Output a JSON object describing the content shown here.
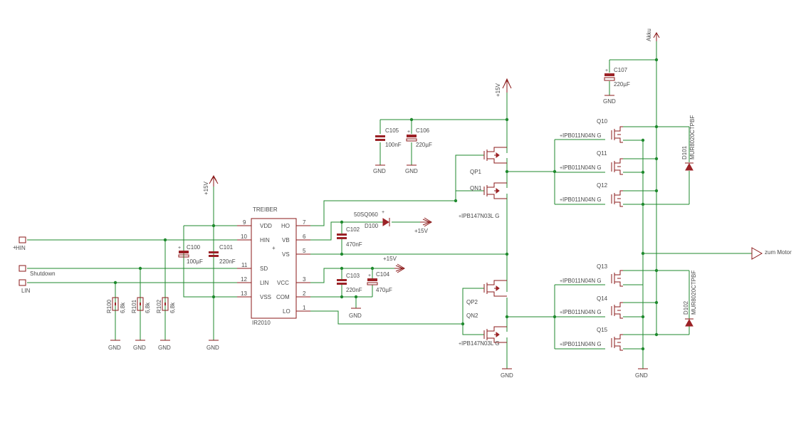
{
  "ports": {
    "hin": "HIN",
    "shutdown": "Shutdown",
    "lin": "LIN"
  },
  "supplies": {
    "v15_left": "+15V",
    "v15_top": "+15V",
    "v15_d100": "+15V",
    "v15_c104": "+15V",
    "akku": "Akku",
    "zum_motor": "zum Motor",
    "gnd": "GND"
  },
  "driver": {
    "title": "TREIBER",
    "part": "IR2010",
    "pins": [
      {
        "name": "VDD",
        "num": "9"
      },
      {
        "name": "HIN",
        "num": "10"
      },
      {
        "name": "SD",
        "num": "11"
      },
      {
        "name": "LIN",
        "num": "12"
      },
      {
        "name": "VSS",
        "num": "13"
      },
      {
        "name": "HO",
        "num": "7"
      },
      {
        "name": "VB",
        "num": "6"
      },
      {
        "name": "VS",
        "num": "5"
      },
      {
        "name": "VCC",
        "num": "3"
      },
      {
        "name": "COM",
        "num": "2"
      },
      {
        "name": "LO",
        "num": "1"
      }
    ]
  },
  "components": {
    "c100": {
      "name": "C100",
      "value": "100µF"
    },
    "c101": {
      "name": "C101",
      "value": "220nF"
    },
    "c102": {
      "name": "C102",
      "value": "470nF"
    },
    "c103": {
      "name": "C103",
      "value": "220nF"
    },
    "c104": {
      "name": "C104",
      "value": "470µF"
    },
    "c105": {
      "name": "C105",
      "value": "100nF"
    },
    "c106": {
      "name": "C106",
      "value": "220µF"
    },
    "c107": {
      "name": "C107",
      "value": "220µF"
    },
    "r100": {
      "name": "R100",
      "value": "6,8k"
    },
    "r101": {
      "name": "R101",
      "value": "6,8k"
    },
    "r102": {
      "name": "R102",
      "value": "6,8k"
    },
    "d100": {
      "name": "D100",
      "value": "50SQ060"
    },
    "d101": {
      "name": "D101",
      "value": "MUR8020CTPBF"
    },
    "d102": {
      "name": "D102",
      "value": "MUR8020CTPBF"
    },
    "qp1": "QP1",
    "qn1": "QN1",
    "qp2": "QP2",
    "qn2": "QN2",
    "q_top": [
      "Q10",
      "Q11",
      "Q12"
    ],
    "q_bot": [
      "Q13",
      "Q14",
      "Q15"
    ],
    "driver_fet_part": "IPB147N03L G",
    "power_fet_part": "IPB011N04N G"
  }
}
